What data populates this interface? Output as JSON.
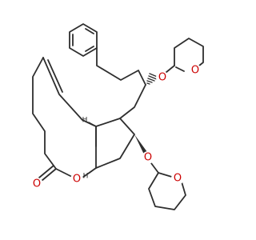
{
  "diagram": {
    "type": "chemical-structure",
    "atom_labels": {
      "oxygen": "O",
      "hydrogen": "H"
    },
    "colors": {
      "bond": "#2e2e2e",
      "heteroatom_oxygen": "#cc0000",
      "background": "#ffffff"
    }
  }
}
